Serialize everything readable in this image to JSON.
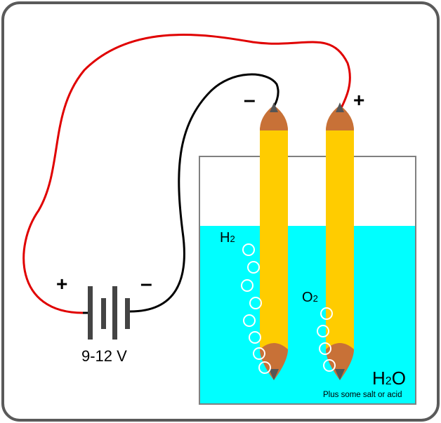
{
  "battery": {
    "plus_sign": "+",
    "minus_sign": "–",
    "voltage_label": "9-12 V"
  },
  "electrodes": {
    "cathode_sign": "–",
    "anode_sign": "+"
  },
  "gases": {
    "hydrogen_main": "H",
    "hydrogen_sub": "2",
    "oxygen_main": "O",
    "oxygen_sub": "2"
  },
  "solution": {
    "water_pre": "H",
    "water_sub": "2",
    "water_post": "O",
    "note": "Plus some salt or acid"
  },
  "colors": {
    "frame": "#5a5a5a",
    "water": "#00ffff",
    "pencil_body": "#ffcc00",
    "pencil_wood": "#c87137",
    "pencil_lead": "#555555",
    "positive_wire": "#e00000",
    "negative_wire": "#000000",
    "bubble": "#ffffff"
  }
}
